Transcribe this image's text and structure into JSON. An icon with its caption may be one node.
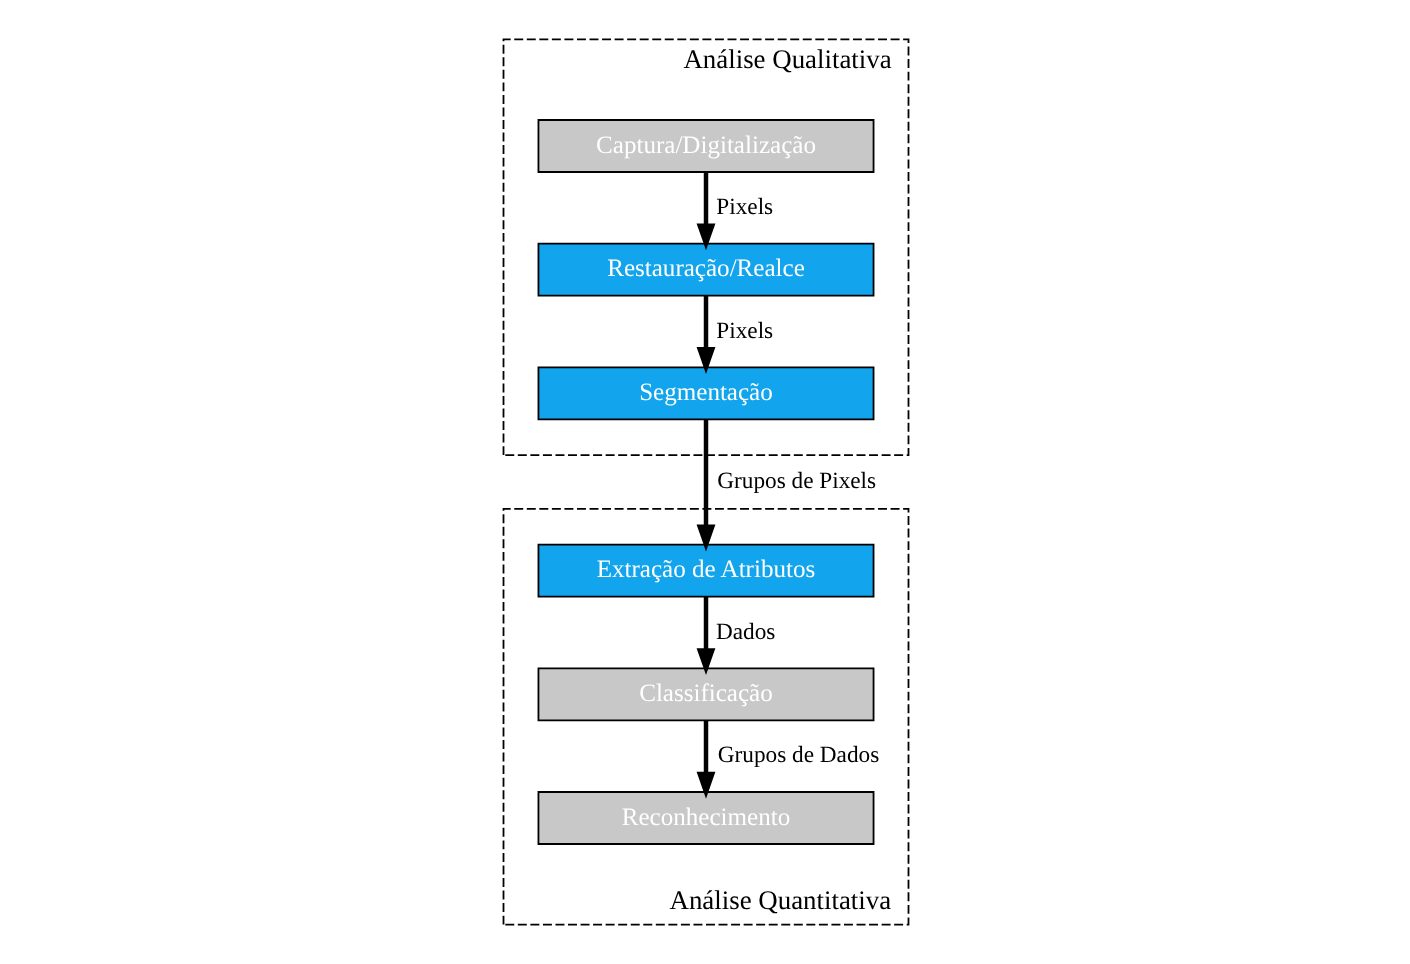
{
  "diagram": {
    "nodes": [
      {
        "text": [
          "Análise Qualitativa"
        ]
      },
      {
        "text": [
          "Captura/Digitalização"
        ],
        "in": 0
      },
      {
        "text": [
          "Restauração/Realce"
        ],
        "in": 0
      },
      {
        "text": [
          "Segmentação"
        ],
        "in": 0
      },
      {
        "text": [
          "Análise Quantitativa"
        ]
      },
      {
        "text": [
          "Extração de Atributos"
        ],
        "in": 4
      },
      {
        "text": [
          "Classificação"
        ],
        "in": 4
      },
      {
        "text": [
          "Reconhecimento"
        ],
        "in": 4
      }
    ],
    "edges": [
      {
        "from": 1,
        "to": 2,
        "arrow": "to",
        "label": "Pixels"
      },
      {
        "from": 2,
        "to": 3,
        "arrow": "to",
        "label": "Pixels"
      },
      {
        "from": 3,
        "to": 5,
        "arrow": "to",
        "label": "Grupos de Pixels"
      },
      {
        "from": 5,
        "to": 6,
        "arrow": "to",
        "label": "Dados"
      },
      {
        "from": 6,
        "to": 7,
        "arrow": "to",
        "label": "Grupos de Dados"
      }
    ]
  }
}
